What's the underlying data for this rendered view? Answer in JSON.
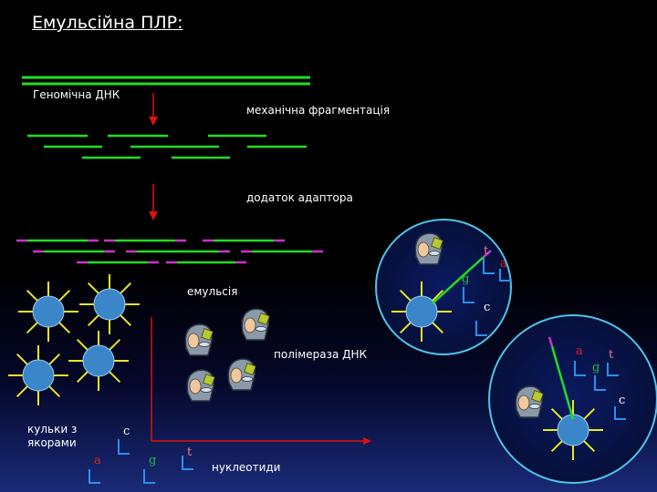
{
  "title": "Емульсійна ПЛР:",
  "labels": {
    "genomic_dna": "Геномічна ДНК",
    "fragmentation": "механічна фрагментація",
    "adapter": "додаток адаптора",
    "emulsion": "емульсія",
    "polymerase": "полімераза ДНК",
    "beads": "кульки з\nякорами",
    "nucleotides": "нуклеотиди"
  },
  "nucleotides": {
    "legend": [
      "a",
      "g",
      "t",
      "c"
    ],
    "bubble_top": [
      "t",
      "a",
      "g",
      "c"
    ],
    "bubble_bottom": [
      "a",
      "g",
      "t",
      "c"
    ]
  },
  "colors": {
    "dna": "#22dd22",
    "adapter": "#cc33cc",
    "arrow": "#dd1111",
    "bead": "#3a86c8",
    "spike": "#e8e820",
    "a": "#e02020",
    "g": "#22bb44",
    "t": "#e08080",
    "c": "#ffffff",
    "nucleotide_stem": "#2a8ff0"
  }
}
